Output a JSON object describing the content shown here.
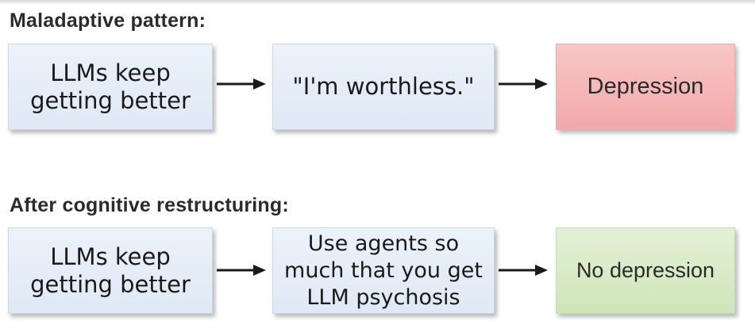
{
  "rows": [
    {
      "title": "Maladaptive pattern:",
      "boxes": [
        {
          "text": "LLMs keep getting better"
        },
        {
          "text": "\"I'm worthless.\""
        },
        {
          "text": "Depression"
        }
      ]
    },
    {
      "title": "After cognitive restructuring:",
      "boxes": [
        {
          "text": "LLMs keep getting better"
        },
        {
          "text": "Use agents so much that you get LLM psychosis"
        },
        {
          "text": "No depression"
        }
      ]
    }
  ],
  "colors": {
    "neutral_box": "#e4edf7",
    "negative_box": "#f5b3b4",
    "positive_box": "#d8eac6",
    "arrow": "#1a1a1a"
  }
}
